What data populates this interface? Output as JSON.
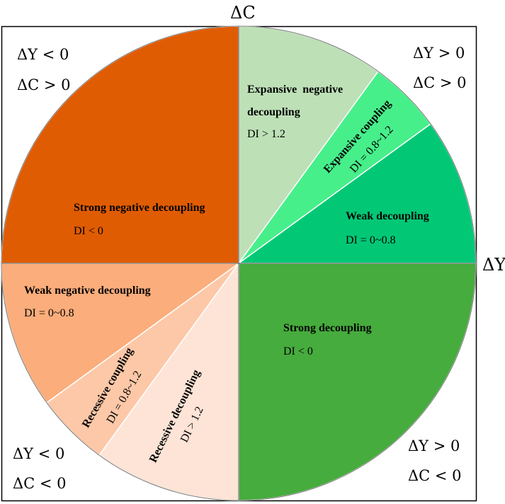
{
  "axes": {
    "vertical": "ΔC",
    "horizontal": "ΔY"
  },
  "quadrants": {
    "top_left": {
      "line1": "ΔY < 0",
      "line2": "ΔC > 0"
    },
    "top_right": {
      "line1": "ΔY > 0",
      "line2": "ΔC > 0"
    },
    "bottom_left": {
      "line1": "ΔY < 0",
      "line2": "ΔC < 0"
    },
    "bottom_right": {
      "line1": "ΔY > 0",
      "line2": "ΔC < 0"
    }
  },
  "segments": {
    "expansive_negative_decoupling": {
      "title_line1": "Expansive  negative",
      "title_line2": "decoupling",
      "value": "DI > 1.2",
      "color": "#bde0b7"
    },
    "expansive_coupling": {
      "title": "Expansive coupling",
      "value": "DI = 0.8~1.2",
      "color": "#47ef8a"
    },
    "weak_decoupling": {
      "title": "Weak decoupling",
      "value": "DI = 0~0.8",
      "color": "#02c876"
    },
    "strong_decoupling": {
      "title": "Strong decoupling",
      "value": "DI < 0",
      "color": "#46ac3d"
    },
    "recessive_decoupling": {
      "title": "Recessive decoupling",
      "value": "DI > 1.2",
      "color": "#fde4d6"
    },
    "recessive_coupling": {
      "title": "Recessive coupling",
      "value": "DI = 0.8~1.2",
      "color": "#fdc8a7"
    },
    "weak_negative_decoupling": {
      "title": "Weak negative decoupling",
      "value": "DI = 0~0.8",
      "color": "#fbad7b"
    },
    "strong_negative_decoupling": {
      "title": "Strong negative decoupling",
      "value": "DI < 0",
      "color": "#e05c03"
    }
  }
}
